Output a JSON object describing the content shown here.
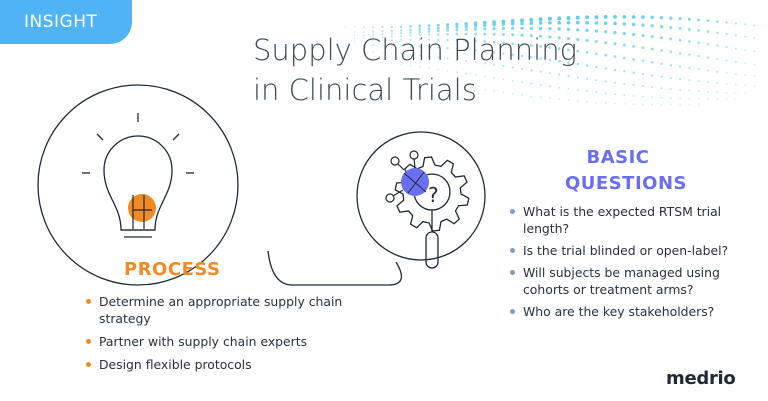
{
  "badge": {
    "label": "INSIGHT"
  },
  "title": {
    "line1": "Supply Chain Planning",
    "line2": "in Clinical Trials"
  },
  "process": {
    "heading": "PROCESS",
    "items": [
      "Determine an appropriate supply chain strategy",
      "Partner with supply chain experts",
      "Design flexible protocols"
    ]
  },
  "basic_questions": {
    "heading_line1": "BASIC",
    "heading_line2": "QUESTIONS",
    "items": [
      "What is the expected RTSM trial length?",
      "Is the trial blinded or open-label?",
      "Will subjects be managed using cohorts or treatment arms?",
      "Who are the key stakeholders?"
    ]
  },
  "art": {
    "question_mark": "?"
  },
  "logo": {
    "text": "medrio"
  },
  "colors": {
    "badge": "#4fb3f6",
    "accent_orange": "#f08a24",
    "accent_blue": "#6a6ef0",
    "dots": "#5cc8ec",
    "title": "#3d4b57",
    "text": "#27323c"
  },
  "icons": {
    "lightbulb": "lightbulb-icon",
    "gear": "gear-icon",
    "magnifier": "magnifier-icon",
    "network": "network-icon"
  }
}
